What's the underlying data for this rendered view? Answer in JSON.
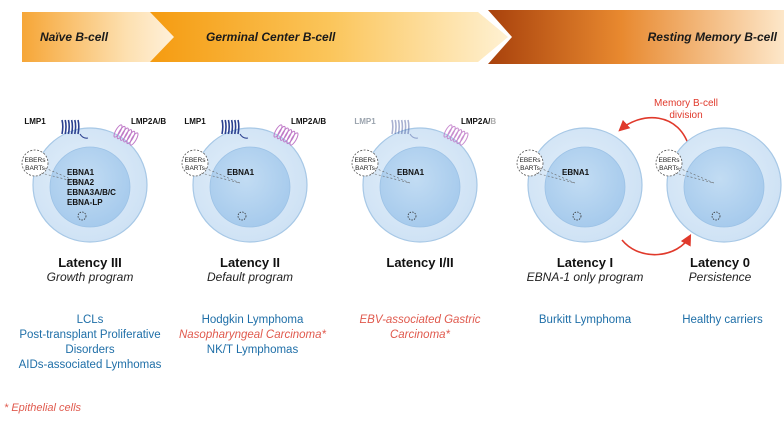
{
  "stages": {
    "naive": "Naïve B-cell",
    "germinal": "Germinal Center B-cell",
    "memory": "Resting Memory B-cell"
  },
  "annotations": {
    "memory_division": [
      "Memory B-cell",
      "division"
    ]
  },
  "cells": [
    {
      "id": "latency-iii",
      "lmp1": "LMP1",
      "lmp2": "LMP2A/B",
      "eber": [
        "EBERs",
        "BARTs"
      ],
      "nucleus": [
        "EBNA1",
        "EBNA2",
        "EBNA3A/B/C",
        "EBNA-LP"
      ],
      "title": "Latency III",
      "subtitle": "Growth program",
      "diseases": [
        {
          "text": "LCLs",
          "color": "blue"
        },
        {
          "text": "Post-transplant Proliferative",
          "color": "blue"
        },
        {
          "text": "Disorders",
          "color": "blue"
        },
        {
          "text": "AIDs-associated Lymhomas",
          "color": "blue"
        }
      ]
    },
    {
      "id": "latency-ii",
      "lmp1": "LMP1",
      "lmp2": "LMP2A/B",
      "eber": [
        "EBERs",
        "BARTs"
      ],
      "nucleus": [
        "EBNA1"
      ],
      "title": "Latency II",
      "subtitle": "Default program",
      "diseases": [
        {
          "text": "Hodgkin Lymphoma",
          "color": "blue"
        },
        {
          "text": "Nasopharyngeal Carcinoma*",
          "color": "red"
        },
        {
          "text": "NK/T Lymphomas",
          "color": "blue"
        }
      ]
    },
    {
      "id": "latency-i-ii",
      "lmp1": "LMP1",
      "lmp2": "LMP2A/B",
      "eber": [
        "EBERs",
        "BARTs"
      ],
      "nucleus": [
        "EBNA1"
      ],
      "title": "Latency I/II",
      "subtitle": "",
      "diseases": [
        {
          "text": "EBV-associated Gastric",
          "color": "red"
        },
        {
          "text": "Carcinoma*",
          "color": "red"
        }
      ]
    },
    {
      "id": "latency-i",
      "lmp1": "",
      "lmp2": "",
      "eber": [
        "EBERs",
        "BARTs"
      ],
      "nucleus": [
        "EBNA1"
      ],
      "title": "Latency I",
      "subtitle": "EBNA-1 only program",
      "diseases": [
        {
          "text": "Burkitt Lymphoma",
          "color": "blue"
        }
      ]
    },
    {
      "id": "latency-0",
      "lmp1": "",
      "lmp2": "",
      "eber": [
        "EBERs",
        "BARTs"
      ],
      "nucleus": [],
      "title": "Latency 0",
      "subtitle": "Persistence",
      "diseases": [
        {
          "text": "Healthy carriers",
          "color": "blue"
        }
      ]
    }
  ],
  "footnote": "* Epithelial cells",
  "colors": {
    "blue_text": "#1f6fa8",
    "red_text": "#e05a4e",
    "cell_fill": "#cfe3f5",
    "cell_stroke": "#a7c8e6",
    "nucleus_fill": "#a9cdee",
    "lmp1": "#2a3f8f",
    "lmp2": "#c07ac8",
    "arrow_red": "#e0392b"
  }
}
